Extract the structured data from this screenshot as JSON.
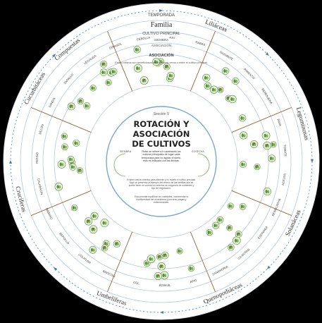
{
  "outer_ring": {
    "temporada_label": "TEMPORADA",
    "familia_label": "Familia",
    "cultivo_principal_label": "CULTIVO PRINCIPAL",
    "siembra_label": "SIEMBRA",
    "asociacion_label": "ASOCIACIÓN"
  },
  "families": [
    {
      "name": "Compuestas",
      "color": "#4a4a4a"
    },
    {
      "name": "Liliáceas",
      "color": "#4a4a4a"
    },
    {
      "name": "Leguminosas",
      "color": "#4a4a4a"
    },
    {
      "name": "Solanáceas",
      "color": "#4a4a4a"
    },
    {
      "name": "Quenopodiáceas",
      "color": "#4a4a4a"
    },
    {
      "name": "Umbelíferas",
      "color": "#4a4a4a"
    },
    {
      "name": "Crucíferas",
      "color": "#4a4a4a"
    },
    {
      "name": "Cucurbitáceas",
      "color": "#4a4a4a"
    }
  ],
  "crops": [
    "LECHUGA",
    "GIRASOL",
    "CEBOLLA",
    "AJO",
    "HABAS",
    "GUISANTE",
    "PIMIENTO",
    "BERENJENA",
    "PAPA",
    "TOMATE",
    "ACELGA",
    "REMOLACHA",
    "ESPINACA",
    "CILANTRO",
    "ZANAHORIA",
    "APIO",
    "PEREJIL",
    "COL",
    "BRÓCOLI",
    "COLIFLOR",
    "REPOLLO",
    "RÁBANO",
    "CALABACÍN",
    "PEPINO",
    "MELÓN",
    "SANDÍA",
    "ZAPALLO"
  ],
  "asociacion_box": {
    "title": "ASOCIACIÓN",
    "text": "Estos cultivos son beneficiosos para sembrar cerca o entre el cultivo principal."
  },
  "center": {
    "section": "Sección V",
    "title_lines": [
      "ROTACIÓN Y",
      "ASOCIACIÓN",
      "DE CULTIVOS"
    ],
    "siembra_label": "SIEMBRA",
    "cosecha_label": "COSECHA",
    "rotar_text": "Rotar se refiere a ir cambiando los cultivos principales de lugar cada temporada para no agotar el suelo, esto es indicado con las flechas.",
    "para_text": "Existen varios criterios para alternar y no repetir el cultivo principal. Aquí se presenta un ejemplo del criterio de las familias que se puede tener en cuenta los criterios de exigencia de nutrientes y tipo de vegetación.",
    "esto_text": "Esto permite equilibrar los nutrientes, incrementar la biodiversidad del ecosistema y prevenir plagas y enfermedades."
  },
  "colors": {
    "disc": "#ffffff",
    "ring_lines": "#b7c8d6",
    "arrow_blue": "#3f7fb8",
    "plant_green": "#5a8f3c",
    "crop_red": "#b0303a",
    "center_stroke": "#7aa8cf"
  }
}
